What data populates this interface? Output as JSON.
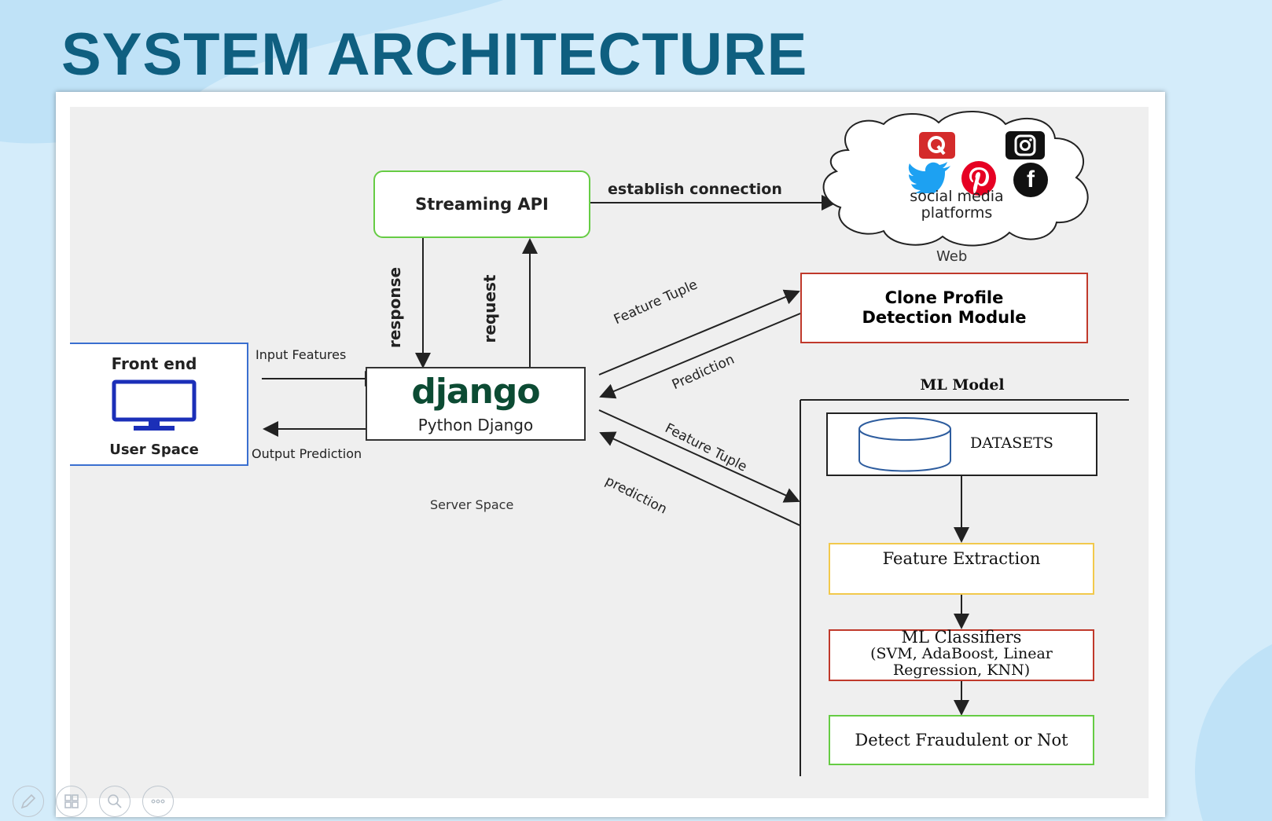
{
  "title": "SYSTEM ARCHITECTURE",
  "diagram": {
    "streaming_api": "Streaming API",
    "establish_connection": "establish connection",
    "social_media": [
      "social media",
      "platforms"
    ],
    "web": "Web",
    "clone_module": [
      "Clone Profile",
      "Detection Module"
    ],
    "response": "response",
    "request": "request",
    "feature_tuple_top": "Feature Tuple",
    "prediction_top": "Prediction",
    "front_end": "Front end",
    "user_space": "User Space",
    "input_features": "Input Features",
    "output_prediction": "Output Prediction",
    "django_logo": "django",
    "python_django": "Python Django",
    "server_space": "Server Space",
    "feature_tuple_bottom": "Feature Tuple",
    "prediction_bottom": "prediction",
    "ml_model": "ML Model",
    "datasets": "DATASETS",
    "feature_extraction": "Feature Extraction",
    "ml_classifiers": [
      "ML Classifiers",
      "(SVM, AdaBoost, Linear",
      "Regression, KNN)"
    ],
    "detect": "Detect Fraudulent or Not",
    "social_icons": [
      "quora-icon",
      "instagram-icon",
      "twitter-icon",
      "pinterest-icon",
      "facebook-icon"
    ]
  },
  "toolbar": {
    "icons": [
      "pen-icon",
      "slides-grid-icon",
      "zoom-icon",
      "more-icon"
    ]
  },
  "colors": {
    "title": "#0f5f80",
    "green": "#66cc44",
    "red": "#c0392b",
    "blue": "#3a6fd0",
    "yellow": "#f2c94c"
  }
}
